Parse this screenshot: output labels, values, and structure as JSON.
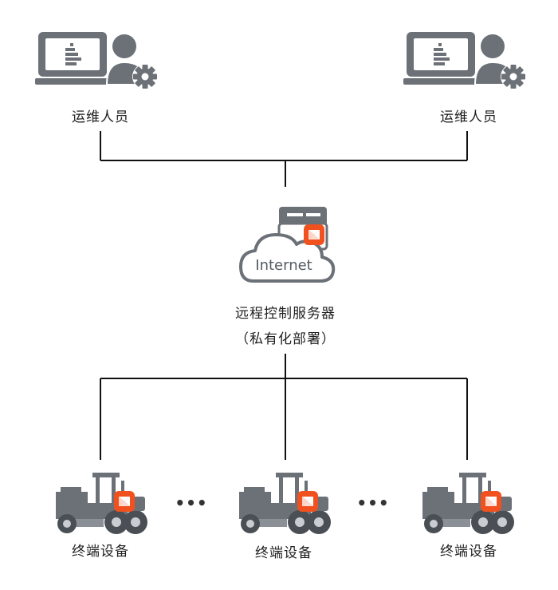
{
  "operators": [
    {
      "label": "运维人员"
    },
    {
      "label": "运维人员"
    }
  ],
  "server": {
    "cloud_text": "Internet",
    "label": "远程控制服务器",
    "sublabel": "（私有化部署）"
  },
  "devices": [
    {
      "label": "终端设备"
    },
    {
      "label": "终端设备"
    },
    {
      "label": "终端设备"
    }
  ],
  "ellipsis": [
    "•••",
    "•••"
  ],
  "colors": {
    "icon_gray": "#6b7177",
    "line": "#111111",
    "accent_orange": "#f0511e",
    "wheel_dark": "#4a4f55"
  }
}
